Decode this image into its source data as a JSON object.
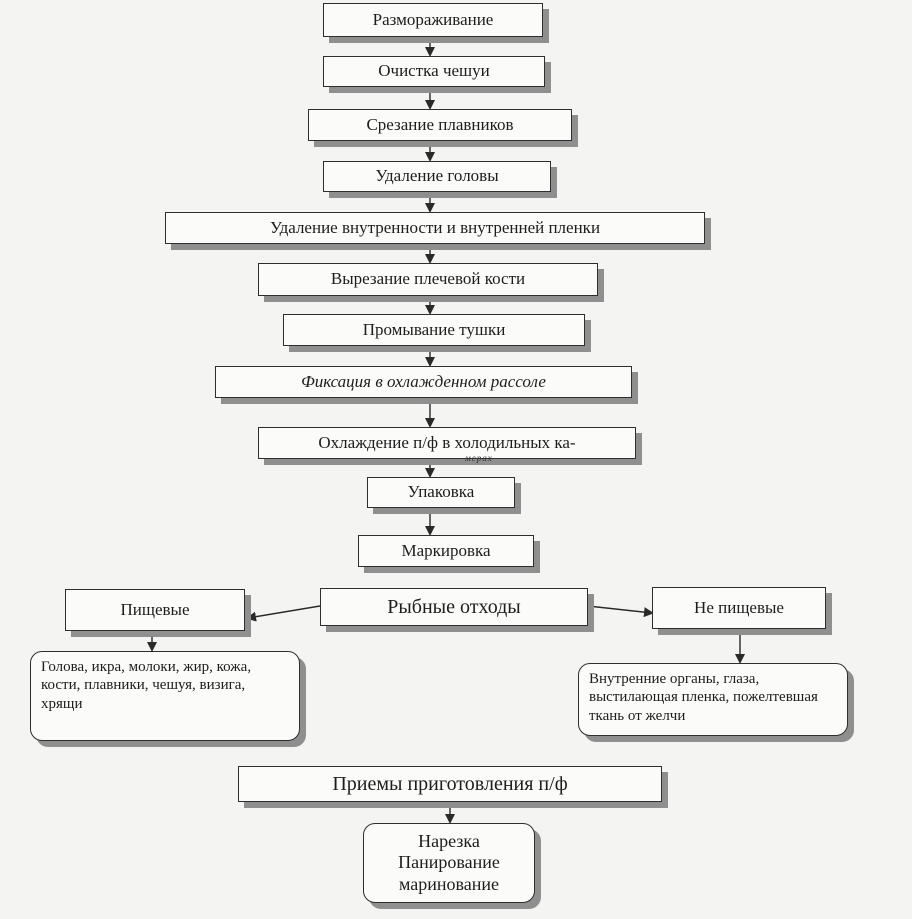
{
  "steps": [
    "Размораживание",
    "Очистка чешуи",
    "Срезание плавников",
    "Удаление головы",
    "Удаление внутренности и внутренней пленки",
    "Вырезание плечевой кости",
    "Промывание тушки",
    "Фиксация в охлажденном рассоле",
    "Охлаждение п/ф в холодильных ка-",
    "Упаковка",
    "Маркировка"
  ],
  "step_note": "меpах",
  "waste": {
    "center": "Рыбные отходы",
    "food": "Пищевые",
    "nonfood": "Не пищевые",
    "food_items": "Голова, икра, молоки, жир, кожа, кости, плавники, чешуя, визига, хрящи",
    "nonfood_items": "Внутренние органы, глаза, выстилающая пленка, пожелтевшая ткань от желчи"
  },
  "prep": {
    "title": "Приемы приготовления п/ф",
    "methods": [
      "Нарезка",
      "Панирование",
      "маринование"
    ]
  }
}
